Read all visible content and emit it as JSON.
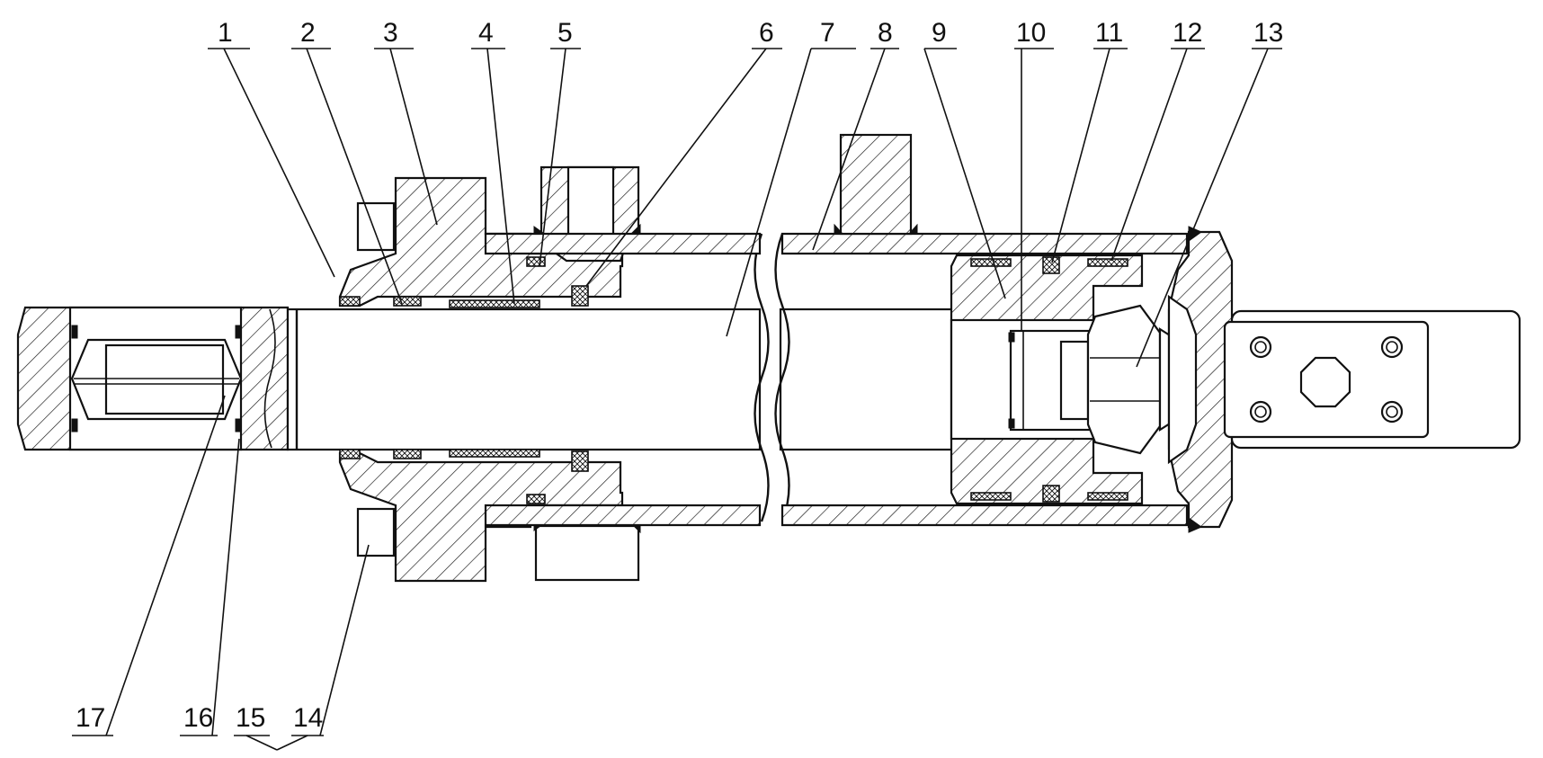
{
  "drawing": {
    "part_labels": [
      "1",
      "2",
      "3",
      "4",
      "5",
      "6",
      "7",
      "8",
      "9",
      "10",
      "11",
      "12",
      "13",
      "14",
      "15",
      "16",
      "17"
    ]
  }
}
